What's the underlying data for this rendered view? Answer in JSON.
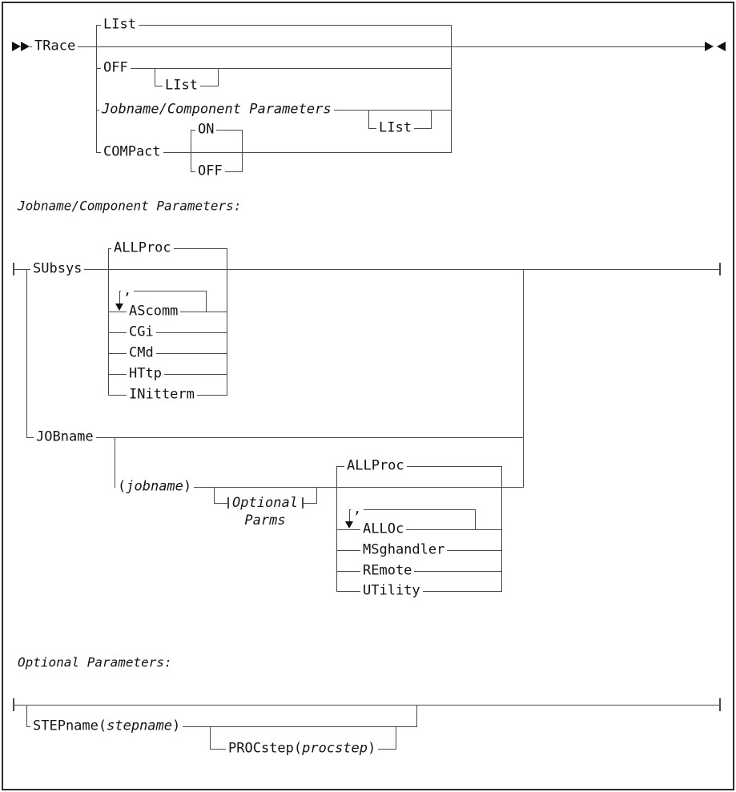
{
  "d": {
    "trace": "TRace",
    "list_default": "LIst",
    "off": "OFF",
    "off_list": "LIst",
    "jobcomp_ref": "Jobname/Component Parameters",
    "jobcomp_list": "LIst",
    "compact": "COMPact",
    "compact_on": "ON",
    "compact_off": "OFF",
    "jobcomp_heading": "Jobname/Component Parameters:",
    "subsys": "SUbsys",
    "subsys_default": "ALLProc",
    "comma": ",",
    "subsys_items": [
      "AScomm",
      "CGi",
      "CMd",
      "HTtp",
      "INitterm"
    ],
    "jobname_kw": "JOBname",
    "jobname_open": "(",
    "jobname_var": "jobname",
    "jobname_close": ")",
    "optparms_line1": "Optional",
    "optparms_line2": "Parms",
    "proc_default": "ALLProc",
    "proc_comma": ",",
    "proc_items": [
      "ALLOc",
      "MSghandler",
      "REmote",
      "UTility"
    ],
    "optparams_heading": "Optional Parameters:",
    "stepname_open_kw": "STEPname(",
    "stepname_var": "stepname",
    "stepname_close": ")",
    "procstep_open_kw": "PROCstep(",
    "procstep_var": "procstep",
    "procstep_close": ")",
    "icons": {
      "start": "double-right-arrowheads",
      "end": "right-left-arrowheads",
      "repeat": "down-arrowhead",
      "fragment_end": "vertical-tick"
    },
    "colors": {
      "line": "#4a4a4a",
      "text": "#141414",
      "background": "#ffffff"
    }
  }
}
